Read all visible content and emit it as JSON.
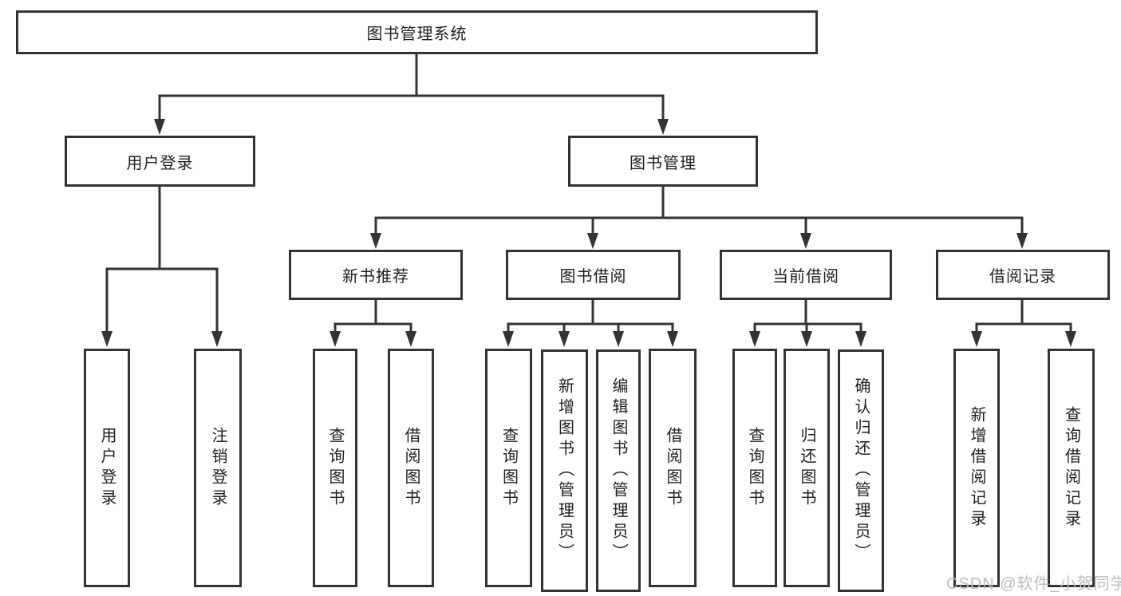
{
  "tree": {
    "root": {
      "label": "图书管理系统"
    },
    "branches": [
      {
        "label": "用户登录",
        "children": [
          {
            "label": "用户登录"
          },
          {
            "label": "注销登录"
          }
        ]
      },
      {
        "label": "图书管理",
        "children": [
          {
            "label": "新书推荐",
            "children": [
              {
                "label": "查询图书"
              },
              {
                "label": "借阅图书"
              }
            ]
          },
          {
            "label": "图书借阅",
            "children": [
              {
                "label": "查询图书"
              },
              {
                "label": "新增图书（管理员）"
              },
              {
                "label": "编辑图书（管理员）"
              },
              {
                "label": "借阅图书"
              }
            ]
          },
          {
            "label": "当前借阅",
            "children": [
              {
                "label": "查询图书"
              },
              {
                "label": "归还图书"
              },
              {
                "label": "确认归还（管理员）"
              }
            ]
          },
          {
            "label": "借阅记录",
            "children": [
              {
                "label": "新增借阅记录"
              },
              {
                "label": "查询借阅记录"
              }
            ]
          }
        ]
      }
    ]
  },
  "watermark": {
    "text": "CSDN @软件_小贺同学"
  },
  "colors": {
    "line": "#333333",
    "text": "#1f1f1f",
    "box_background": "#ffffff",
    "watermark": "#bdbdbd"
  }
}
